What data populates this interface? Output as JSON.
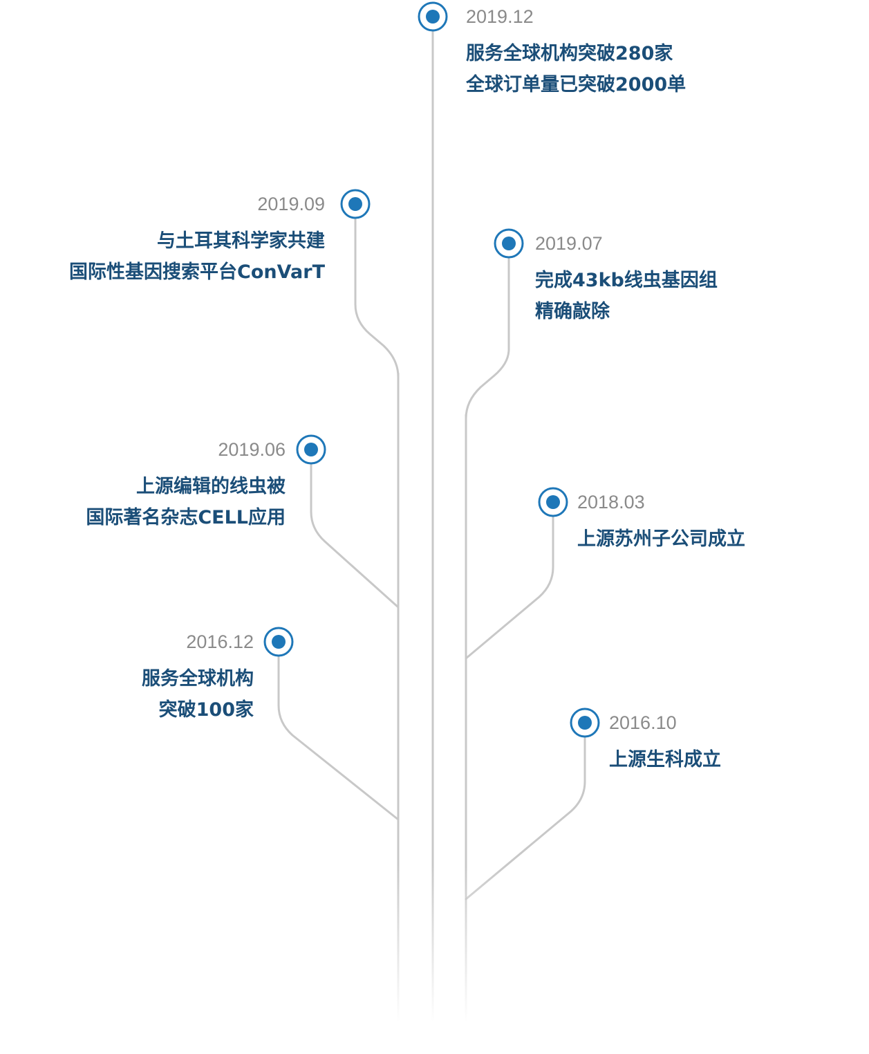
{
  "colors": {
    "line": "#c8c8c8",
    "dot": "#1e77b8",
    "date": "#8a8a8a",
    "text": "#1b4e78"
  },
  "events": [
    {
      "date": "2019.12",
      "lines": [
        "服务全球机构突破280家",
        "全球订单量已突破2000单"
      ]
    },
    {
      "date": "2019.09",
      "lines": [
        "与土耳其科学家共建",
        "国际性基因搜索平台ConVarT"
      ]
    },
    {
      "date": "2019.07",
      "lines": [
        "完成43kb线虫基因组",
        "精确敲除"
      ]
    },
    {
      "date": "2019.06",
      "lines": [
        "上源编辑的线虫被",
        "国际著名杂志CELL应用"
      ]
    },
    {
      "date": "2018.03",
      "lines": [
        "上源苏州子公司成立"
      ]
    },
    {
      "date": "2016.12",
      "lines": [
        "服务全球机构",
        "突破100家"
      ]
    },
    {
      "date": "2016.10",
      "lines": [
        "上源生科成立"
      ]
    }
  ]
}
